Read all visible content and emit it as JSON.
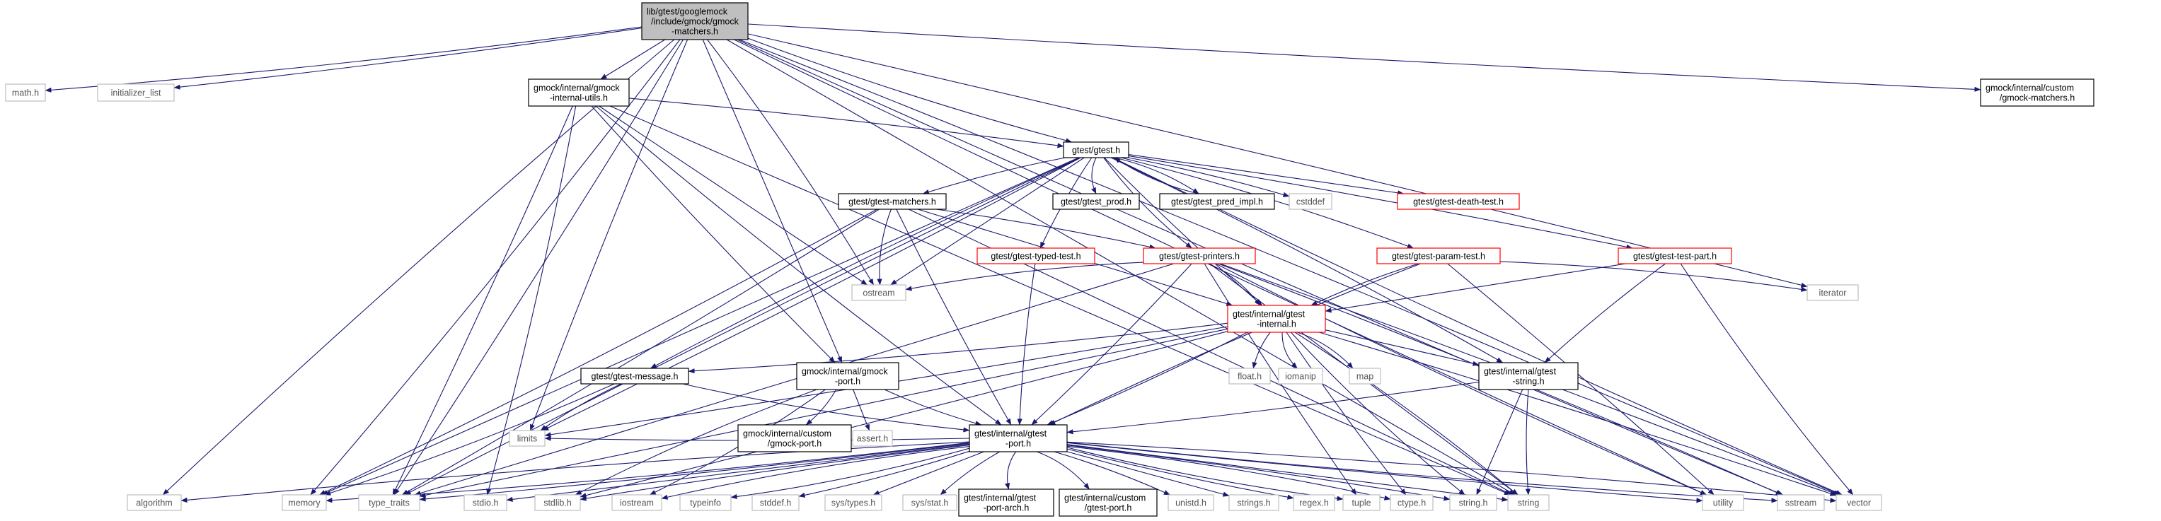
{
  "graph": {
    "nodes": [
      {
        "id": "root",
        "lines": [
          "lib/gtest/googlemock",
          "/include/gmock/gmock",
          "-matchers.h"
        ],
        "style": "root"
      },
      {
        "id": "math",
        "lines": [
          "math.h"
        ],
        "style": "gray"
      },
      {
        "id": "initlist",
        "lines": [
          "initializer_list"
        ],
        "style": "gray"
      },
      {
        "id": "gmockutils",
        "lines": [
          "gmock/internal/gmock",
          "-internal-utils.h"
        ],
        "style": "black"
      },
      {
        "id": "custommatch",
        "lines": [
          "gmock/internal/custom",
          "/gmock-matchers.h"
        ],
        "style": "black"
      },
      {
        "id": "gtesth",
        "lines": [
          "gtest/gtest.h"
        ],
        "style": "black"
      },
      {
        "id": "gtestmatchers",
        "lines": [
          "gtest/gtest-matchers.h"
        ],
        "style": "black"
      },
      {
        "id": "gtestprod",
        "lines": [
          "gtest/gtest_prod.h"
        ],
        "style": "black"
      },
      {
        "id": "predimpl",
        "lines": [
          "gtest/gtest_pred_impl.h"
        ],
        "style": "black"
      },
      {
        "id": "cstddef",
        "lines": [
          "cstddef"
        ],
        "style": "gray"
      },
      {
        "id": "deathtest",
        "lines": [
          "gtest/gtest-death-test.h"
        ],
        "style": "red"
      },
      {
        "id": "typedtest",
        "lines": [
          "gtest/gtest-typed-test.h"
        ],
        "style": "red"
      },
      {
        "id": "printers",
        "lines": [
          "gtest/gtest-printers.h"
        ],
        "style": "red"
      },
      {
        "id": "paramtest",
        "lines": [
          "gtest/gtest-param-test.h"
        ],
        "style": "red"
      },
      {
        "id": "testpart",
        "lines": [
          "gtest/gtest-test-part.h"
        ],
        "style": "red"
      },
      {
        "id": "ostream",
        "lines": [
          "ostream"
        ],
        "style": "gray"
      },
      {
        "id": "iterator",
        "lines": [
          "iterator"
        ],
        "style": "gray"
      },
      {
        "id": "internalh",
        "lines": [
          "gtest/internal/gtest",
          "-internal.h"
        ],
        "style": "red"
      },
      {
        "id": "message",
        "lines": [
          "gtest/gtest-message.h"
        ],
        "style": "black"
      },
      {
        "id": "gmockport",
        "lines": [
          "gmock/internal/gmock",
          "-port.h"
        ],
        "style": "black"
      },
      {
        "id": "floath",
        "lines": [
          "float.h"
        ],
        "style": "gray"
      },
      {
        "id": "iomanip",
        "lines": [
          "iomanip"
        ],
        "style": "gray"
      },
      {
        "id": "map",
        "lines": [
          "map"
        ],
        "style": "gray"
      },
      {
        "id": "stringh2",
        "lines": [
          "gtest/internal/gtest",
          "-string.h"
        ],
        "style": "black"
      },
      {
        "id": "limits",
        "lines": [
          "limits"
        ],
        "style": "gray"
      },
      {
        "id": "customport",
        "lines": [
          "gmock/internal/custom",
          "/gmock-port.h"
        ],
        "style": "black"
      },
      {
        "id": "assert",
        "lines": [
          "assert.h"
        ],
        "style": "gray"
      },
      {
        "id": "gtestport",
        "lines": [
          "gtest/internal/gtest",
          "-port.h"
        ],
        "style": "black"
      },
      {
        "id": "algorithm",
        "lines": [
          "algorithm"
        ],
        "style": "gray"
      },
      {
        "id": "memory",
        "lines": [
          "memory"
        ],
        "style": "gray"
      },
      {
        "id": "typetraits",
        "lines": [
          "type_traits"
        ],
        "style": "gray"
      },
      {
        "id": "stdio",
        "lines": [
          "stdio.h"
        ],
        "style": "gray"
      },
      {
        "id": "stdlib",
        "lines": [
          "stdlib.h"
        ],
        "style": "gray"
      },
      {
        "id": "iostream",
        "lines": [
          "iostream"
        ],
        "style": "gray"
      },
      {
        "id": "typeinfo",
        "lines": [
          "typeinfo"
        ],
        "style": "gray"
      },
      {
        "id": "stddefh",
        "lines": [
          "stddef.h"
        ],
        "style": "gray"
      },
      {
        "id": "systypes",
        "lines": [
          "sys/types.h"
        ],
        "style": "gray"
      },
      {
        "id": "sysstat",
        "lines": [
          "sys/stat.h"
        ],
        "style": "gray"
      },
      {
        "id": "portarch",
        "lines": [
          "gtest/internal/gtest",
          "-port-arch.h"
        ],
        "style": "black"
      },
      {
        "id": "gtestcustomport",
        "lines": [
          "gtest/internal/custom",
          "/gtest-port.h"
        ],
        "style": "black"
      },
      {
        "id": "unistd",
        "lines": [
          "unistd.h"
        ],
        "style": "gray"
      },
      {
        "id": "strings",
        "lines": [
          "strings.h"
        ],
        "style": "gray"
      },
      {
        "id": "regex",
        "lines": [
          "regex.h"
        ],
        "style": "gray"
      },
      {
        "id": "tuple",
        "lines": [
          "tuple"
        ],
        "style": "gray"
      },
      {
        "id": "ctype",
        "lines": [
          "ctype.h"
        ],
        "style": "gray"
      },
      {
        "id": "cstringh",
        "lines": [
          "string.h"
        ],
        "style": "gray"
      },
      {
        "id": "string",
        "lines": [
          "string"
        ],
        "style": "gray"
      },
      {
        "id": "utility",
        "lines": [
          "utility"
        ],
        "style": "gray"
      },
      {
        "id": "sstream",
        "lines": [
          "sstream"
        ],
        "style": "gray"
      },
      {
        "id": "vector",
        "lines": [
          "vector"
        ],
        "style": "gray"
      }
    ],
    "edges": [
      [
        "root",
        "math"
      ],
      [
        "root",
        "initlist"
      ],
      [
        "root",
        "gmockutils"
      ],
      [
        "root",
        "custommatch"
      ],
      [
        "root",
        "gtesth"
      ],
      [
        "root",
        "ostream"
      ],
      [
        "root",
        "iterator"
      ],
      [
        "root",
        "gmockport"
      ],
      [
        "root",
        "limits"
      ],
      [
        "root",
        "algorithm"
      ],
      [
        "root",
        "memory"
      ],
      [
        "root",
        "typetraits"
      ],
      [
        "root",
        "string"
      ],
      [
        "root",
        "utility"
      ],
      [
        "root",
        "sstream"
      ],
      [
        "root",
        "vector"
      ],
      [
        "gmockutils",
        "gtesth"
      ],
      [
        "gmockutils",
        "ostream"
      ],
      [
        "gmockutils",
        "gmockport"
      ],
      [
        "gmockutils",
        "gtestport"
      ],
      [
        "gmockutils",
        "stdio"
      ],
      [
        "gmockutils",
        "typetraits"
      ],
      [
        "gmockutils",
        "string"
      ],
      [
        "gtesth",
        "gtestmatchers"
      ],
      [
        "gtesth",
        "gtestprod"
      ],
      [
        "gtesth",
        "predimpl"
      ],
      [
        "gtesth",
        "cstddef"
      ],
      [
        "gtesth",
        "deathtest"
      ],
      [
        "gtesth",
        "typedtest"
      ],
      [
        "gtesth",
        "printers"
      ],
      [
        "gtesth",
        "paramtest"
      ],
      [
        "gtesth",
        "testpart"
      ],
      [
        "gtesth",
        "ostream"
      ],
      [
        "gtesth",
        "internalh"
      ],
      [
        "gtesth",
        "message"
      ],
      [
        "gtesth",
        "stringh2"
      ],
      [
        "gtesth",
        "limits"
      ],
      [
        "gtesth",
        "memory"
      ],
      [
        "gtesth",
        "typetraits"
      ],
      [
        "gtesth",
        "vector"
      ],
      [
        "predimpl",
        "gtesth"
      ],
      [
        "gtestmatchers",
        "printers"
      ],
      [
        "gtestmatchers",
        "internalh"
      ],
      [
        "gtestmatchers",
        "gtestport"
      ],
      [
        "gtestmatchers",
        "ostream"
      ],
      [
        "gtestmatchers",
        "memory"
      ],
      [
        "gtestmatchers",
        "typetraits"
      ],
      [
        "gtestmatchers",
        "string"
      ],
      [
        "typedtest",
        "gtestport"
      ],
      [
        "printers",
        "ostream"
      ],
      [
        "printers",
        "internalh"
      ],
      [
        "printers",
        "gtestport"
      ],
      [
        "printers",
        "typetraits"
      ],
      [
        "printers",
        "tuple"
      ],
      [
        "printers",
        "utility"
      ],
      [
        "printers",
        "sstream"
      ],
      [
        "printers",
        "vector"
      ],
      [
        "printers",
        "string"
      ],
      [
        "paramtest",
        "internalh"
      ],
      [
        "paramtest",
        "gtestport"
      ],
      [
        "paramtest",
        "iterator"
      ],
      [
        "paramtest",
        "utility"
      ],
      [
        "testpart",
        "internalh"
      ],
      [
        "testpart",
        "stringh2"
      ],
      [
        "testpart",
        "vector"
      ],
      [
        "internalh",
        "message"
      ],
      [
        "internalh",
        "gtestport"
      ],
      [
        "internalh",
        "stringh2"
      ],
      [
        "internalh",
        "floath"
      ],
      [
        "internalh",
        "iomanip"
      ],
      [
        "internalh",
        "map"
      ],
      [
        "internalh",
        "limits"
      ],
      [
        "internalh",
        "stdlib"
      ],
      [
        "internalh",
        "ctype"
      ],
      [
        "internalh",
        "cstringh"
      ],
      [
        "internalh",
        "string"
      ],
      [
        "internalh",
        "vector"
      ],
      [
        "internalh",
        "typetraits"
      ],
      [
        "message",
        "limits"
      ],
      [
        "message",
        "gtestport"
      ],
      [
        "message",
        "memory"
      ],
      [
        "gmockport",
        "customport"
      ],
      [
        "gmockport",
        "assert"
      ],
      [
        "gmockport",
        "gtestport"
      ],
      [
        "gmockport",
        "stdlib"
      ],
      [
        "gmockport",
        "iostream"
      ],
      [
        "stringh2",
        "gtestport"
      ],
      [
        "stringh2",
        "cstringh"
      ],
      [
        "stringh2",
        "string"
      ],
      [
        "gtestport",
        "algorithm"
      ],
      [
        "gtestport",
        "memory"
      ],
      [
        "gtestport",
        "typetraits"
      ],
      [
        "gtestport",
        "stdio"
      ],
      [
        "gtestport",
        "stdlib"
      ],
      [
        "gtestport",
        "iostream"
      ],
      [
        "gtestport",
        "typeinfo"
      ],
      [
        "gtestport",
        "stddefh"
      ],
      [
        "gtestport",
        "systypes"
      ],
      [
        "gtestport",
        "sysstat"
      ],
      [
        "gtestport",
        "portarch"
      ],
      [
        "gtestport",
        "gtestcustomport"
      ],
      [
        "gtestport",
        "unistd"
      ],
      [
        "gtestport",
        "strings"
      ],
      [
        "gtestport",
        "regex"
      ],
      [
        "gtestport",
        "tuple"
      ],
      [
        "gtestport",
        "ctype"
      ],
      [
        "gtestport",
        "cstringh"
      ],
      [
        "gtestport",
        "string"
      ],
      [
        "gtestport",
        "utility"
      ],
      [
        "gtestport",
        "sstream"
      ],
      [
        "gtestport",
        "vector"
      ],
      [
        "gtestport",
        "limits"
      ]
    ]
  }
}
